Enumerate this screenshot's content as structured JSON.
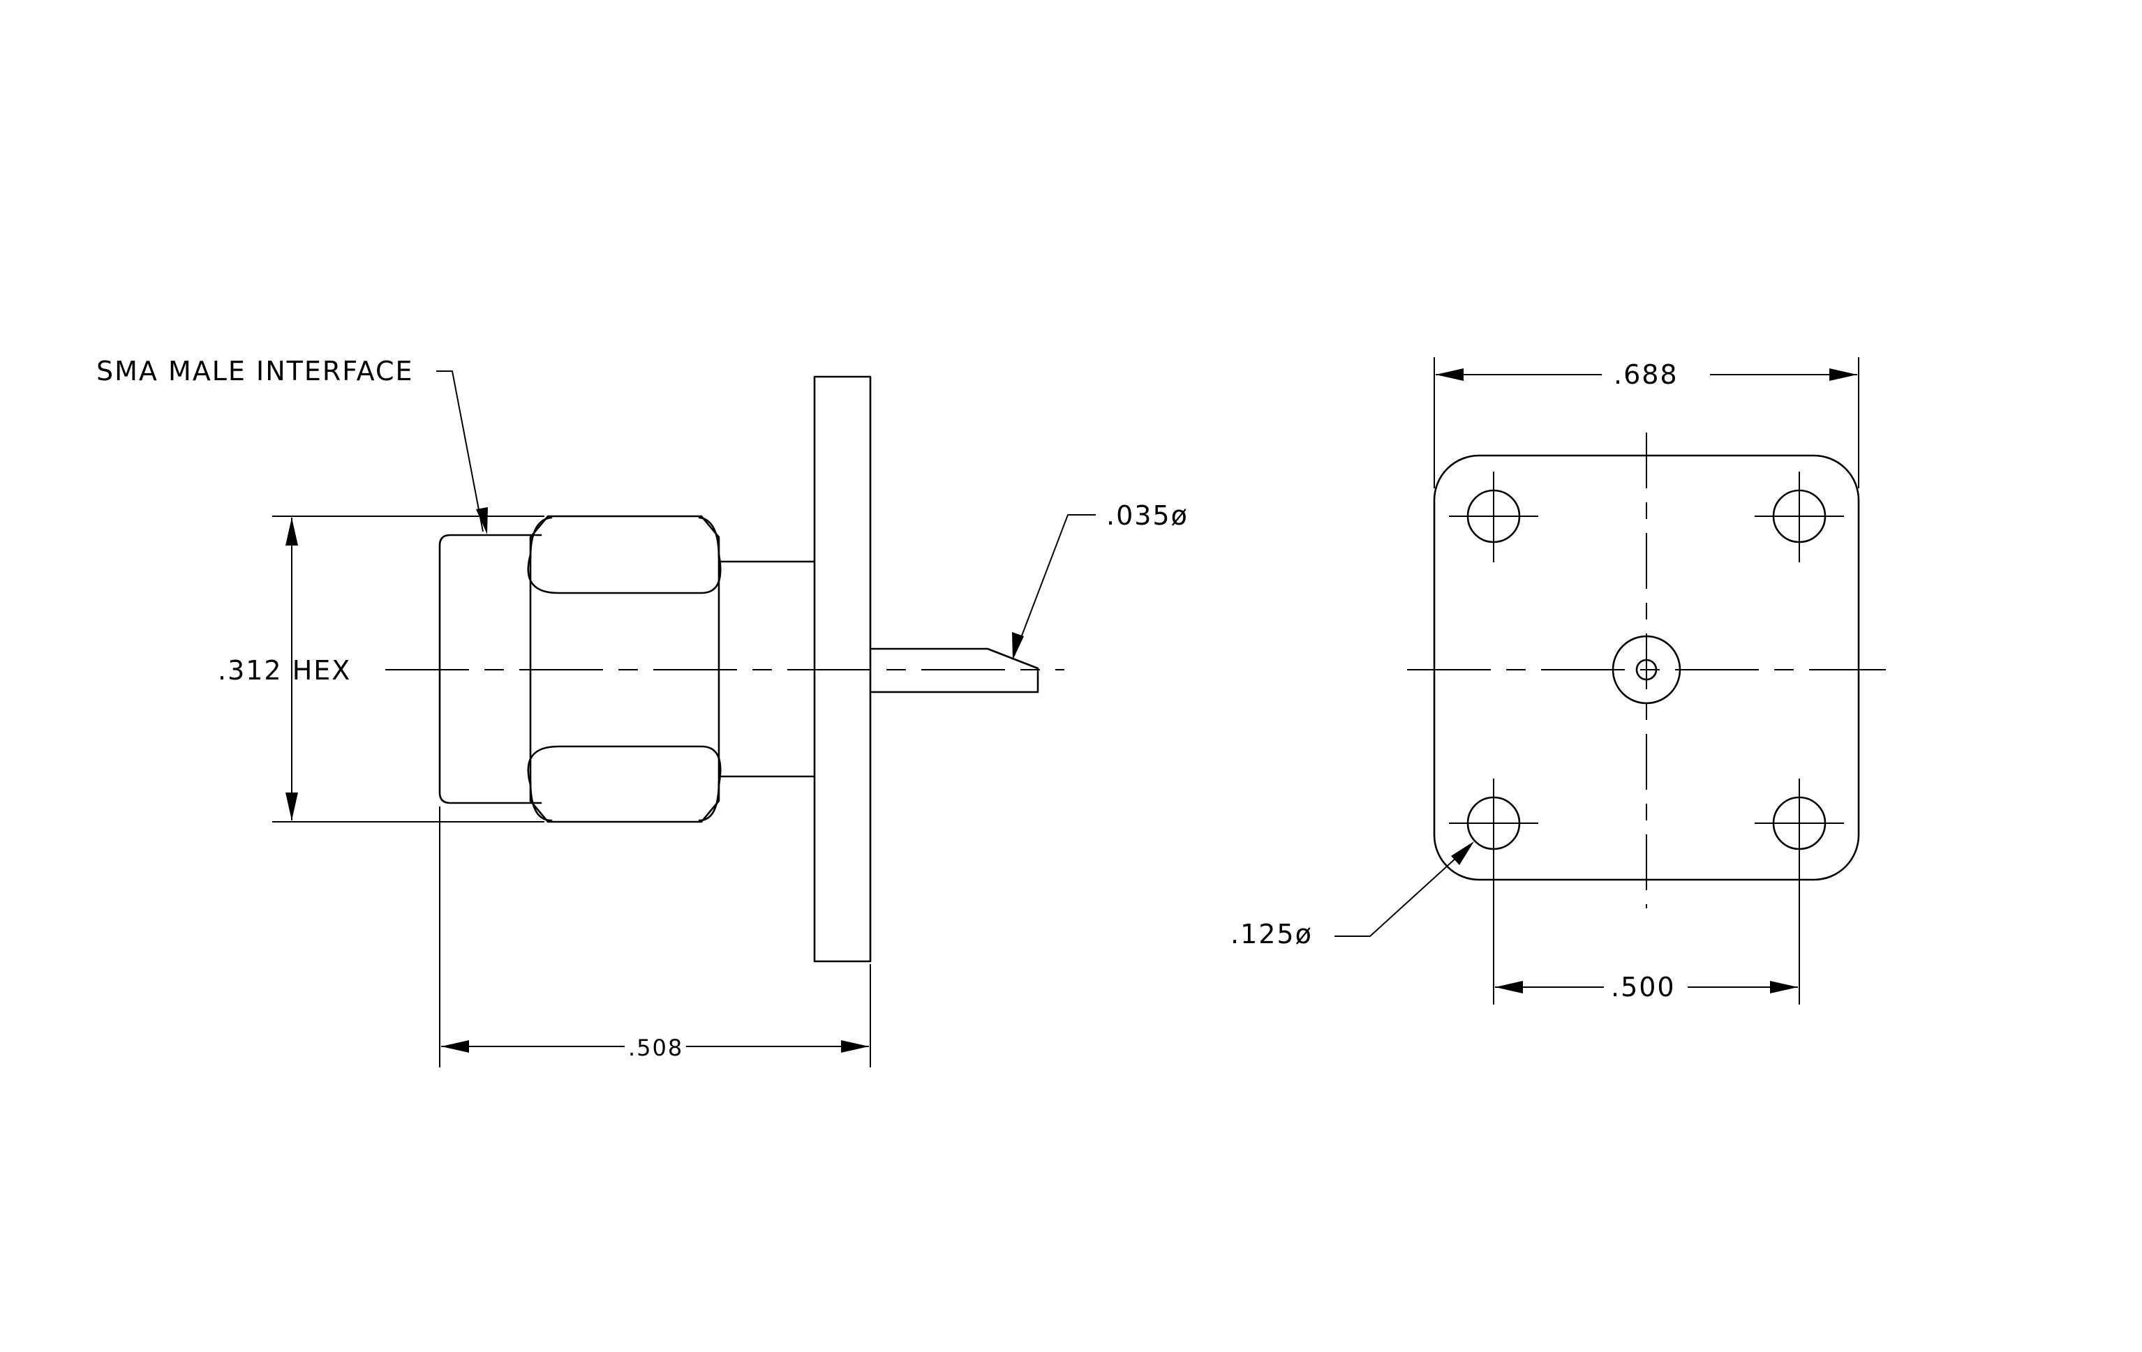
{
  "labels": {
    "sma_interface": "SMA MALE INTERFACE",
    "hex": ".312 HEX",
    "pin_dia": ".035ø",
    "length": ".508",
    "flange_width": ".688",
    "hole_spacing": ".500",
    "hole_dia": ".125ø"
  }
}
